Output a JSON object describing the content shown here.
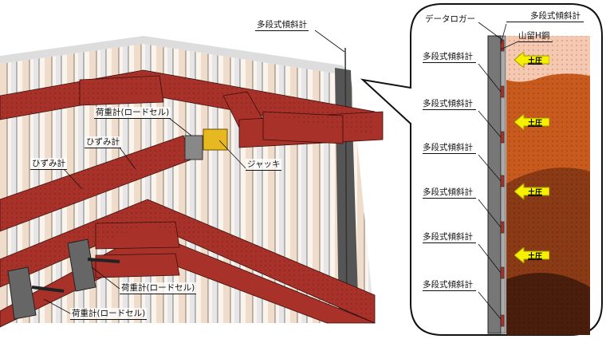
{
  "left_labels": {
    "inclinometer_top": "多段式傾斜計",
    "load_cell_1": "荷重計(ロードセル)",
    "strain_gauge_1": "ひずみ計",
    "strain_gauge_2": "ひずみ計",
    "jack": "ジャッキ",
    "load_cell_2": "荷重計(ロードセル)",
    "load_cell_3": "荷重計(ロードセル)"
  },
  "detail": {
    "data_logger": "データロガー",
    "inclinometer_top": "多段式傾斜計",
    "h_steel": "山留H鋼",
    "inclinometers": [
      "多段式傾斜計",
      "多段式傾斜計",
      "多段式傾斜計",
      "多段式傾斜計",
      "多段式傾斜計",
      "多段式傾斜計"
    ],
    "earth_pressure": [
      "土圧",
      "土圧",
      "土圧",
      "土圧"
    ]
  },
  "colors": {
    "steel": "#a8322a",
    "soil_top": "#f6c8b0",
    "soil_mid": "#c85a1e",
    "soil_low": "#8a3a14",
    "soil_deep": "#4a1e0c",
    "arrow": "#f5f000"
  }
}
